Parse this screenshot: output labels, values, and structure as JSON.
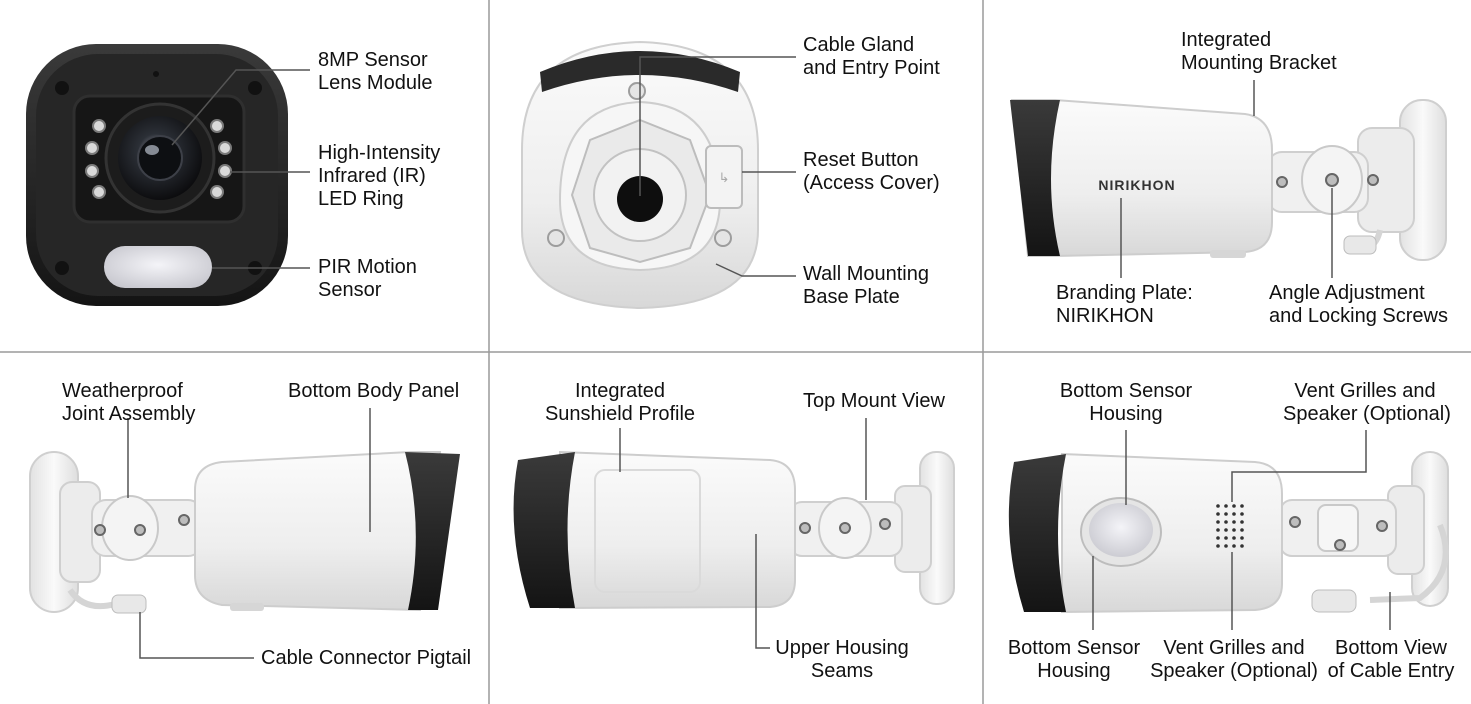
{
  "brand_text": "NIRIKHON",
  "colors": {
    "body_white": "#f3f3f3",
    "dark_shroud": "#232323",
    "leader_line": "#555555",
    "panel_divider": "#9a9a9a"
  },
  "panels": {
    "front": {
      "lens": "8MP Sensor\nLens Module",
      "ir": "High-Intensity\nInfrared (IR)\nLED Ring",
      "pir": "PIR Motion\nSensor"
    },
    "rear": {
      "gland": "Cable Gland\nand Entry Point",
      "reset": "Reset Button\n(Access Cover)",
      "base": "Wall Mounting\nBase Plate"
    },
    "side_right": {
      "bracket": "Integrated\nMounting Bracket",
      "branding": "Branding Plate:\nNIRIKHON",
      "screws": "Angle Adjustment\nand Locking Screws"
    },
    "side_left": {
      "joint": "Weatherproof\nJoint Assembly",
      "panel": "Bottom Body Panel",
      "pigtail": "Cable Connector Pigtail"
    },
    "top": {
      "sunshield": "Integrated\nSunshield Profile",
      "mount_view": "Top Mount View",
      "seams": "Upper Housing\nSeams"
    },
    "bottom": {
      "sensor_top": "Bottom Sensor\nHousing",
      "vent_top": "Vent Grilles and\nSpeaker (Optional)",
      "sensor_bottom": "Bottom Sensor\nHousing",
      "vent_bottom": "Vent Grilles and\nSpeaker (Optional)",
      "cable_entry": "Bottom View\nof Cable Entry"
    }
  }
}
